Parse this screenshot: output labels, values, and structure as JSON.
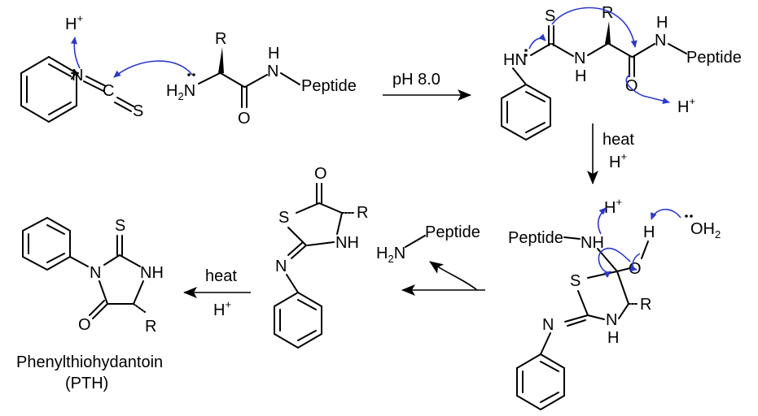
{
  "labels": {
    "h_plus": "H",
    "plus": "+",
    "n": "N",
    "c": "C",
    "s": "S",
    "h2n": "H",
    "sub2": "2",
    "nh": "NH",
    "h": "H",
    "r": "R",
    "o": "O",
    "peptide": "Peptide",
    "hn": "HN",
    "oh2": "OH",
    "peptide_nh": "Peptide",
    "n_nh": "NH"
  },
  "conditions": {
    "step1": "pH 8.0",
    "step2_top": "heat",
    "step2_bottom": "H",
    "step4_top": "heat",
    "step4_bottom": "H"
  },
  "product": {
    "name": "Phenylthiohydantoin",
    "abbrev": "(PTH)"
  },
  "colors": {
    "arrow_blue": "#2b39c9"
  }
}
